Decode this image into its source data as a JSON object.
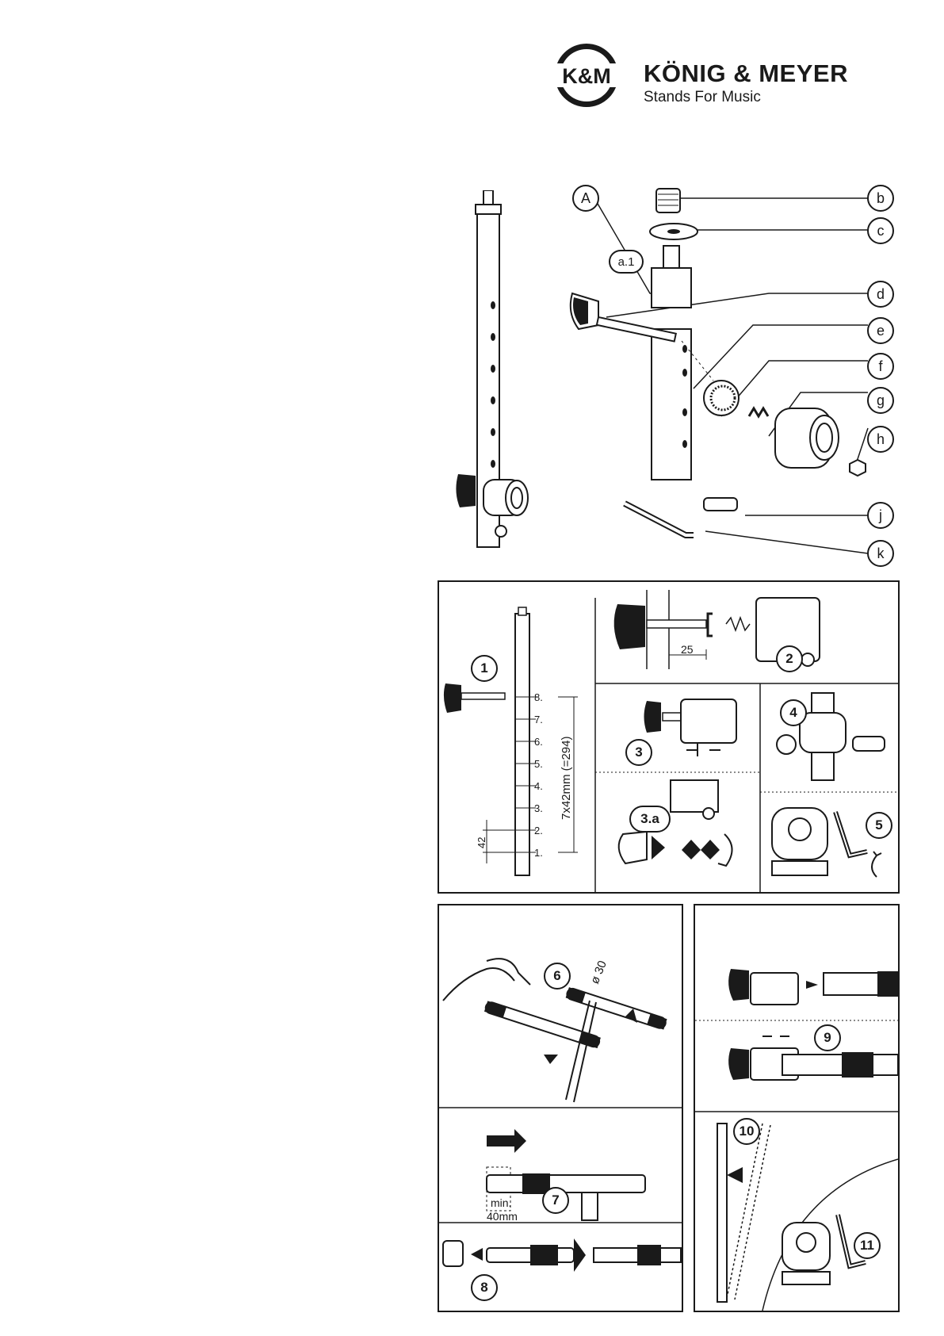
{
  "brand": {
    "logo_text": "K&M",
    "name": "KÖNIG & MEYER",
    "slogan": "Stands For Music"
  },
  "parts": {
    "labels": [
      "A",
      "a.1",
      "b",
      "c",
      "d",
      "e",
      "f",
      "g",
      "h",
      "j",
      "k"
    ]
  },
  "steps": {
    "s1": "1",
    "s2": "2",
    "s3": "3",
    "s3a": "3.a",
    "s4": "4",
    "s5": "5",
    "s6": "6",
    "s7": "7",
    "s8": "8",
    "s9": "9",
    "s10": "10",
    "s11": "11"
  },
  "measurements": {
    "thread_depth": "25",
    "hole_spacing": "42",
    "total_length": "7x42mm (=294)",
    "hole_positions": [
      "8.",
      "7.",
      "6.",
      "5.",
      "4.",
      "3.",
      "2.",
      "1."
    ],
    "min_insert_1": "min.",
    "min_insert_2": "40mm",
    "tube_diameter": "ø 30"
  }
}
